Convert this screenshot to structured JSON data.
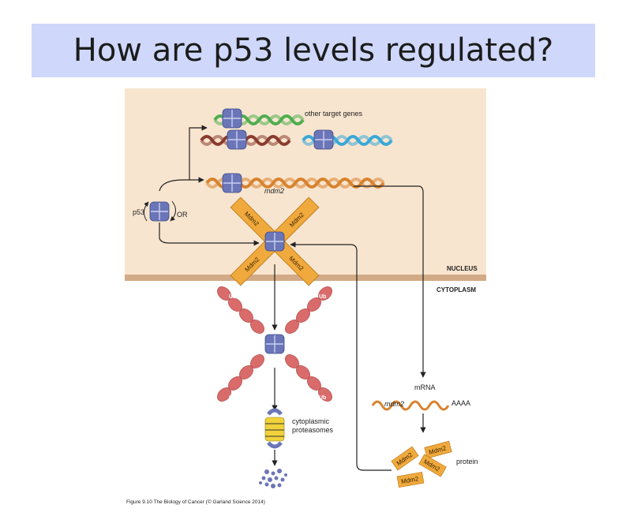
{
  "slide": {
    "title": "How are p53 levels regulated?"
  },
  "diagram": {
    "labels": {
      "other_target_genes": "other target genes",
      "p53": "p53",
      "or": "OR",
      "mdm2_gene": "mdm2",
      "nucleus": "NUCLEUS",
      "cytoplasm": "CYTOPLASM",
      "mrna": "mRNA",
      "mrna_gene": "mdm2",
      "polya": "AAAA",
      "cytoplasmic_proteasomes_line1": "cytoplasmic",
      "cytoplasmic_proteasomes_line2": "proteasomes",
      "protein": "protein",
      "mdm2_protein": "Mdm2",
      "ubiquitin": "Ub"
    },
    "caption": "Figure 9.10 The Biology of Cancer (© Garland Science 2014)",
    "colors": {
      "nucleus_bg": "#f8e5cf",
      "membrane": "#d2aa86",
      "p53_blue": "#6b76b8",
      "mdm2_orange": "#f0a93c",
      "ubiquitin_red": "#d96b6b",
      "dna_green": "#4fae50",
      "dna_brown": "#8a3b2e",
      "dna_blue": "#3aa8d8",
      "dna_orange": "#d8832f",
      "proteasome_yellow": "#f1d23a"
    }
  }
}
